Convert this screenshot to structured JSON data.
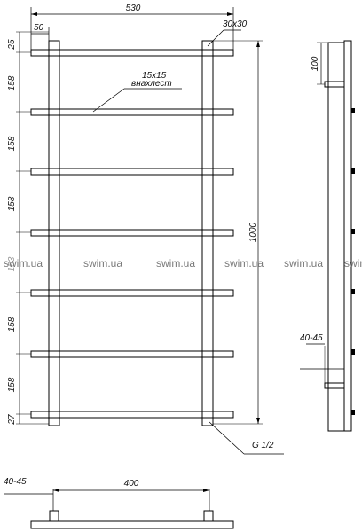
{
  "dimensions": {
    "width_total": "530",
    "post_offset": "50",
    "post_section": "30x30",
    "top_gap": "25",
    "spacing": "158",
    "spacing_faded": "153",
    "bottom_gap": "27",
    "height_total": "1000",
    "rung_section": "15x15",
    "rung_mount": "внахлест",
    "side_offset": "100",
    "wall_gap": "40-45",
    "thread": "G 1/2",
    "center_distance": "400",
    "bottom_wall_gap": "40-45"
  },
  "watermark": {
    "text": "swim.ua"
  }
}
